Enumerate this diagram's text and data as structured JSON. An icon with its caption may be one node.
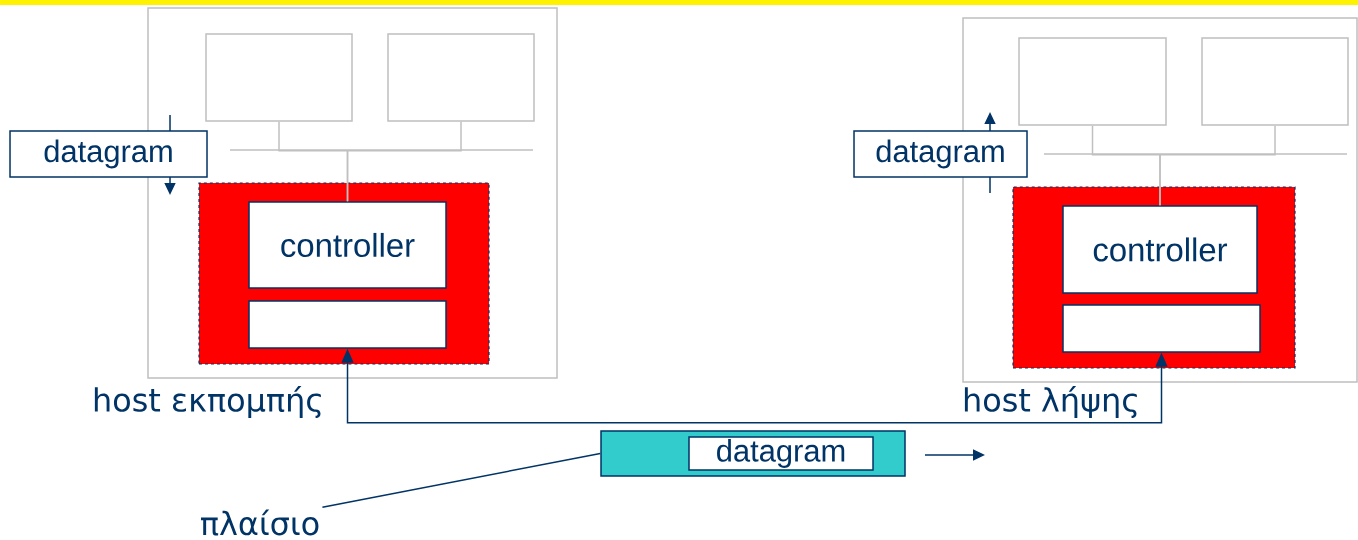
{
  "diagram": {
    "nodes": [
      {
        "text": [
          "host εκπομπής"
        ]
      },
      {
        "text": [],
        "shape": "box",
        "in": 0
      },
      {
        "text": [],
        "shape": "box",
        "in": 0
      },
      {
        "text": [],
        "shape": "box",
        "in": 0
      },
      {
        "text": [
          "controller"
        ],
        "in": 3
      },
      {
        "text": [],
        "shape": "box",
        "in": 3
      },
      {
        "text": [
          "datagram"
        ]
      },
      {
        "text": [
          "host λήψης"
        ]
      },
      {
        "text": [],
        "shape": "box",
        "in": 7
      },
      {
        "text": [],
        "shape": "box",
        "in": 7
      },
      {
        "text": [],
        "shape": "box",
        "in": 7
      },
      {
        "text": [
          "controller"
        ],
        "in": 10
      },
      {
        "text": [],
        "shape": "box",
        "in": 10
      },
      {
        "text": [
          "datagram"
        ]
      },
      {
        "text": [],
        "shape": "box"
      },
      {
        "text": [
          "datagram"
        ],
        "in": 14
      },
      {
        "text": [
          "πλαίσιο"
        ]
      }
    ],
    "edges": [
      {
        "from": 1,
        "to": 4,
        "arrow": "none"
      },
      {
        "from": 2,
        "to": 4,
        "arrow": "none"
      },
      {
        "from": 8,
        "to": 11,
        "arrow": "none"
      },
      {
        "from": 9,
        "to": 11,
        "arrow": "none"
      },
      {
        "from": 5,
        "to": 12,
        "arrow": "both",
        "color": "#003366"
      },
      {
        "from": 16,
        "to": 14,
        "arrow": "none",
        "color": "#003366"
      }
    ]
  }
}
